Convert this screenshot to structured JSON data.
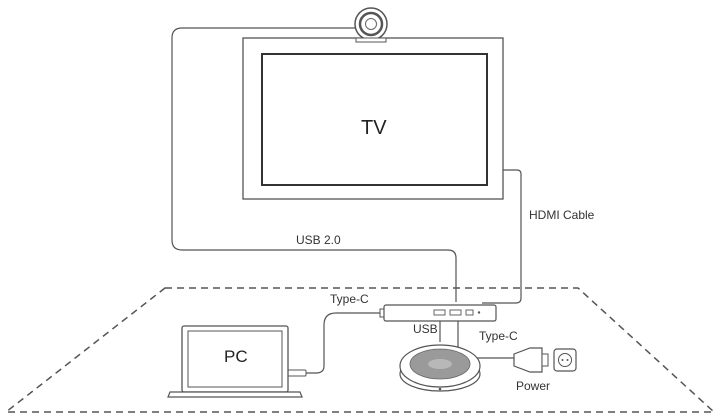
{
  "labels": {
    "tv": "TV",
    "pc": "PC",
    "usb_2": "USB 2.0",
    "hdmi": "HDMI Cable",
    "type_c_pc": "Type-C",
    "usb": "USB",
    "type_c_power": "Type-C",
    "power": "Power"
  },
  "colors": {
    "stroke": "#555555",
    "text": "#333333",
    "screen_fill": "#ffffff",
    "speaker_mesh": "#9a9a9a"
  },
  "icons": [
    "camera-icon",
    "tv-icon",
    "hub-icon",
    "laptop-icon",
    "speakerphone-icon",
    "power-adapter-icon",
    "power-outlet-icon"
  ]
}
